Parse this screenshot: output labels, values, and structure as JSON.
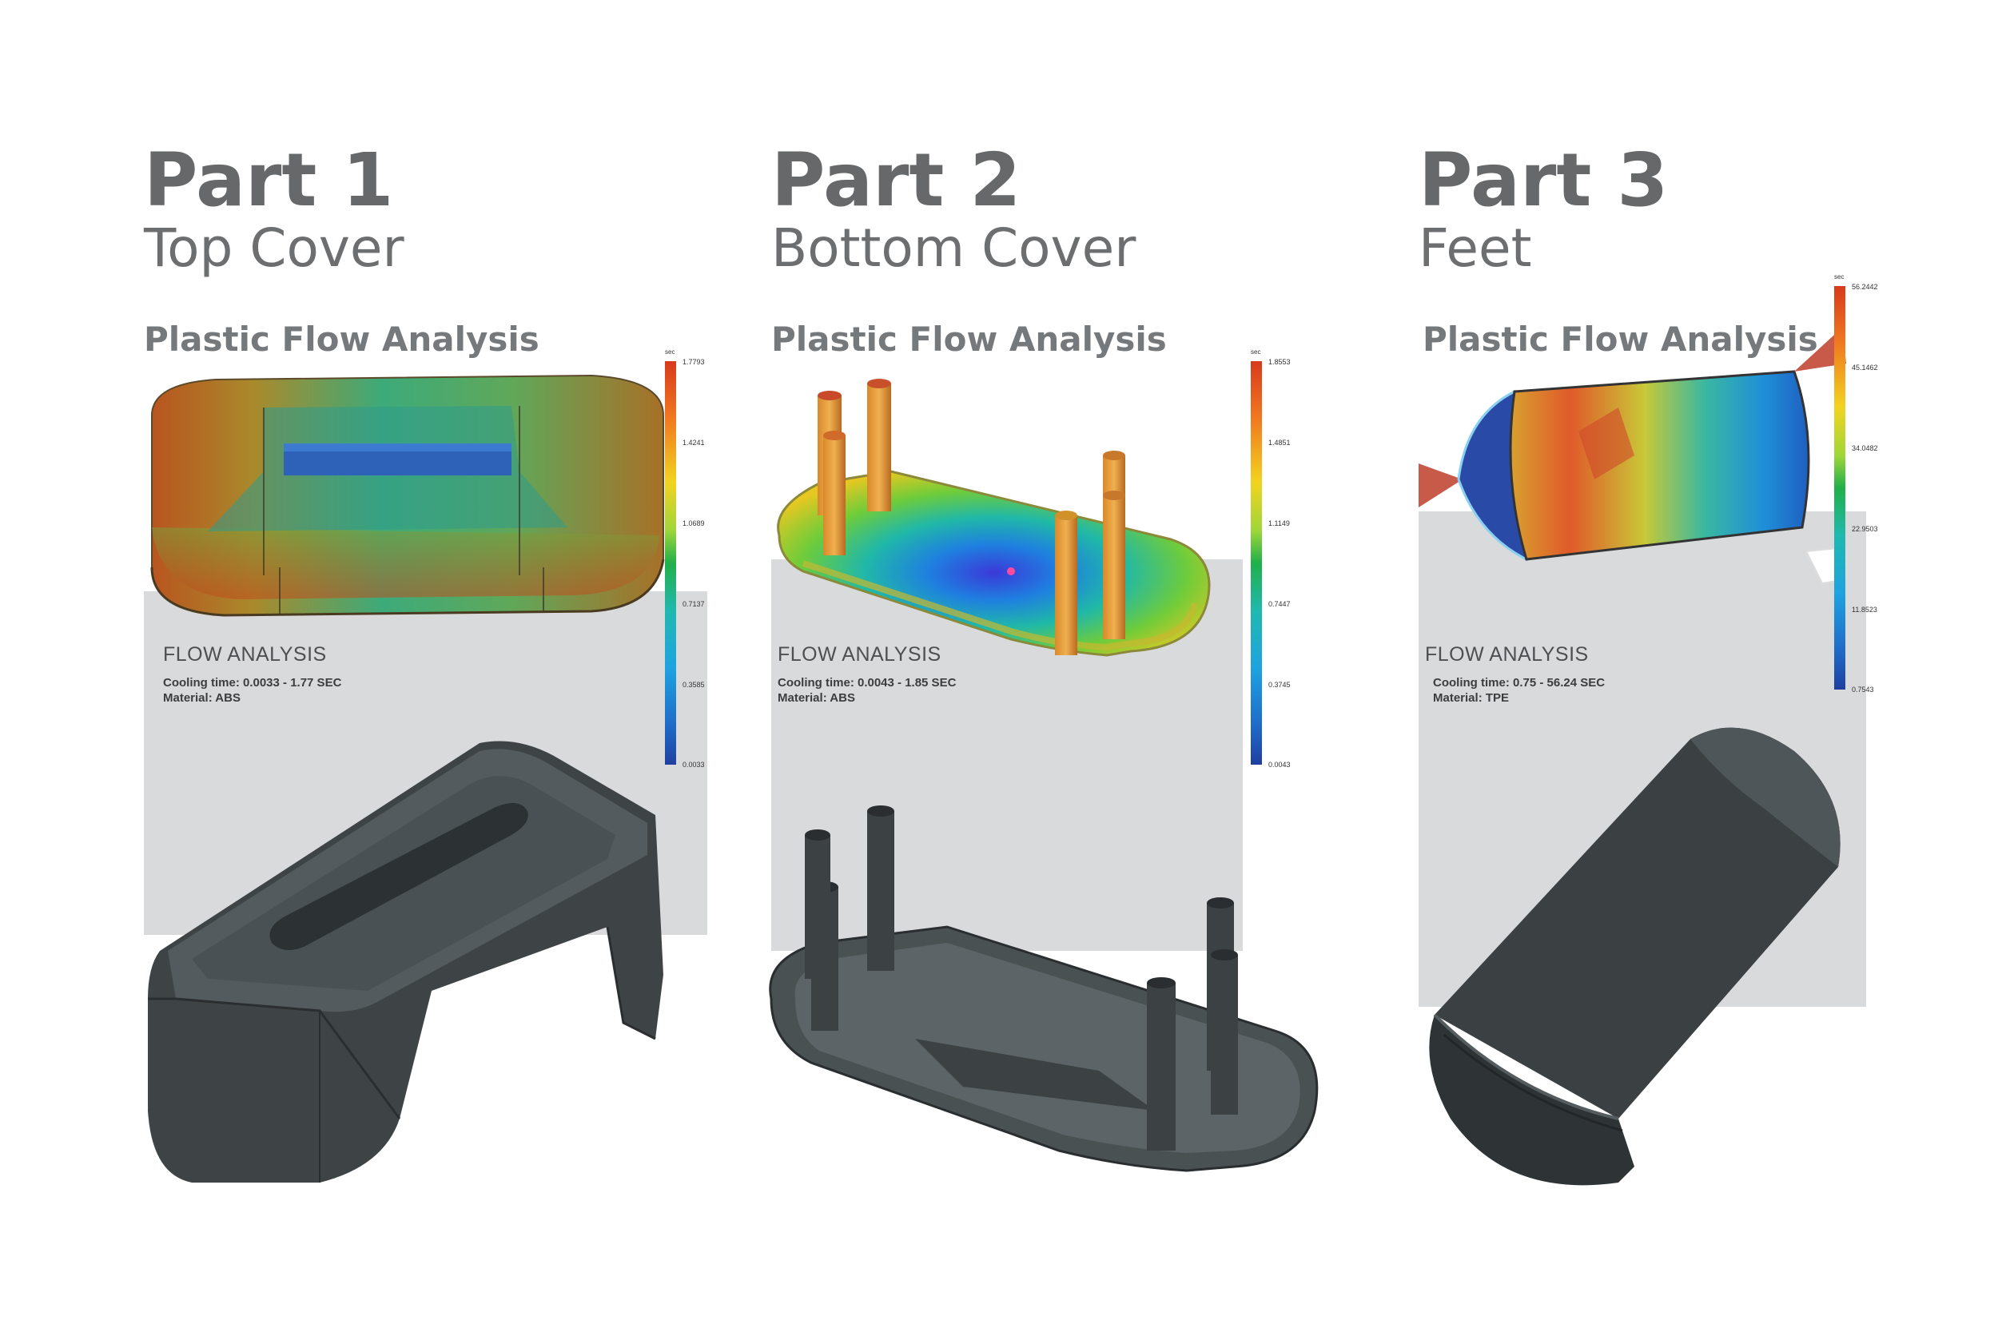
{
  "parts": [
    {
      "title": "Part 1",
      "subtitle": "Top Cover",
      "analysis_heading": "Plastic Flow Analysis",
      "flow_label": "FLOW ANALYSIS",
      "cooling_time": "Cooling time: 0.0033 - 1.77 SEC",
      "material": "Material: ABS",
      "legend": {
        "unit": "sec",
        "ticks": [
          "1.7793",
          "1.4241",
          "1.0689",
          "0.7137",
          "0.3585",
          "0.0033"
        ]
      }
    },
    {
      "title": "Part 2",
      "subtitle": "Bottom Cover",
      "analysis_heading": "Plastic Flow Analysis",
      "flow_label": "FLOW ANALYSIS",
      "cooling_time": "Cooling time: 0.0043 - 1.85 SEC",
      "material": "Material: ABS",
      "legend": {
        "unit": "sec",
        "ticks": [
          "1.8553",
          "1.4851",
          "1.1149",
          "0.7447",
          "0.3745",
          "0.0043"
        ]
      }
    },
    {
      "title": "Part 3",
      "subtitle": "Feet",
      "analysis_heading": "Plastic Flow Analysis",
      "flow_label": "FLOW ANALYSIS",
      "cooling_time": "Cooling time: 0.75 - 56.24 SEC",
      "material": "Material: TPE",
      "legend": {
        "unit": "sec",
        "ticks": [
          "56.2442",
          "45.1462",
          "34.0482",
          "22.9503",
          "11.8523",
          "0.7543"
        ]
      }
    }
  ],
  "colors": {
    "heading_gray": "#666869",
    "band_gray": "#d9dadc",
    "part_dark": "#3c4143"
  }
}
